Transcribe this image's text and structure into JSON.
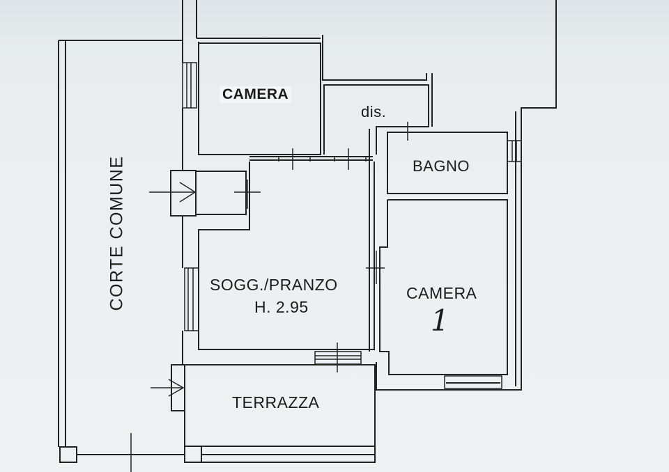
{
  "plan": {
    "type": "floor-plan",
    "outdoor_area": {
      "label": "CORTE COMUNE"
    },
    "rooms": [
      {
        "id": "camera-top",
        "label": "CAMERA"
      },
      {
        "id": "disimpegno",
        "label": "dis."
      },
      {
        "id": "bagno",
        "label": "BAGNO"
      },
      {
        "id": "soggiorno-pranzo",
        "label": "SOGG./PRANZO",
        "sublabel": "H. 2.95"
      },
      {
        "id": "camera-1",
        "label": "CAMERA",
        "number": "1"
      },
      {
        "id": "terrazza",
        "label": "TERRAZZA"
      }
    ],
    "colors": {
      "line": "#222222",
      "paper": "#eceff1"
    }
  }
}
